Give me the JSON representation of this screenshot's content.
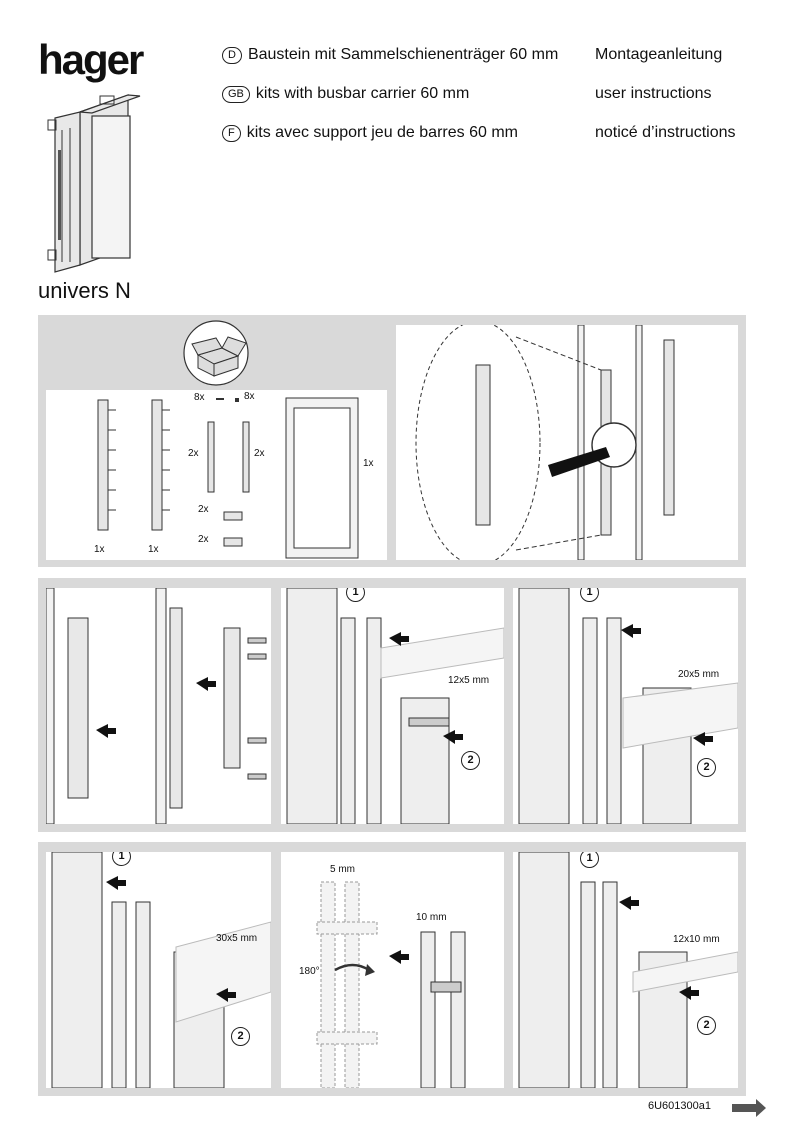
{
  "brand": "hager",
  "titles": [
    {
      "code": "D",
      "text": "Baustein mit Sammelschienenträger 60 mm",
      "right": "Montageanleitung"
    },
    {
      "code": "GB",
      "text": "kits with busbar carrier 60 mm",
      "right": "user instructions"
    },
    {
      "code": "F",
      "text": "kits avec support jeu de barres 60 mm",
      "right": "noticé d’instructions"
    }
  ],
  "product": "univers N",
  "contents": {
    "qty_carrier_a": "1x",
    "qty_carrier_b": "1x",
    "qty_screws_a": "8x",
    "qty_screws_b": "8x",
    "qty_bar_a": "2x",
    "qty_bar_b": "2x",
    "qty_clip_a": "2x",
    "qty_clip_b": "2x",
    "qty_frame": "1x"
  },
  "steps": {
    "one": "1",
    "two": "2"
  },
  "busbars": {
    "b12x5": "12x5 mm",
    "b20x5": "20x5 mm",
    "b30x5": "30x5 mm",
    "b5": "5 mm",
    "b10": "10 mm",
    "rotate": "180°",
    "b12x10": "12x10 mm"
  },
  "footer": {
    "code": "6U601300a1"
  }
}
